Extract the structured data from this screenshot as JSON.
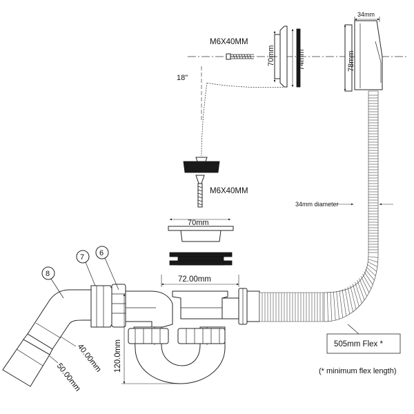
{
  "labels": {
    "screw_top": "M6X40MM",
    "screw_mid": "M6X40MM",
    "angle": "18\"",
    "plate_70": "70mm",
    "plate_74": "74mm",
    "overflow_78": "78mm",
    "overflow_34": "34mm",
    "hose_diameter": "34mm diameter",
    "strainer_70": "70mm",
    "body_72": "72.00mm",
    "height_120": "120.0mm",
    "outlet_40": "40.00mm",
    "outlet_50": "50.00mm",
    "flex_box": "505mm Flex *",
    "flex_note": "(* minimum flex length)",
    "part_6": "6",
    "part_7": "7",
    "part_8": "8"
  }
}
